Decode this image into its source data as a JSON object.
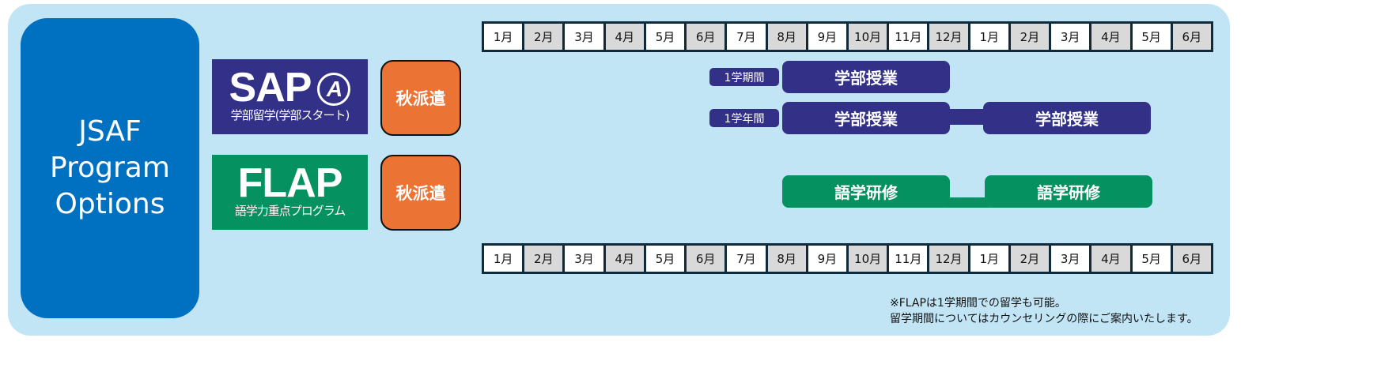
{
  "title": "JSAF\nProgram\nOptions",
  "programs": {
    "sap": {
      "name": "SAP",
      "badge": "A",
      "subtitle": "学部留学(学部スタート)",
      "dispatch": "秋派遣"
    },
    "flap": {
      "name": "FLAP",
      "subtitle": "語学力重点プログラム",
      "dispatch": "秋派遣"
    }
  },
  "months": [
    "1月",
    "2月",
    "3月",
    "4月",
    "5月",
    "6月",
    "7月",
    "8月",
    "9月",
    "10月",
    "11月",
    "12月",
    "1月",
    "2月",
    "3月",
    "4月",
    "5月",
    "6月"
  ],
  "timeline": {
    "sap_one_term": {
      "label": "1学期間",
      "bar": "学部授業"
    },
    "sap_one_year": {
      "label": "1学年間",
      "bar1": "学部授業",
      "bar2": "学部授業"
    },
    "flap": {
      "bar1": "語学研修",
      "bar2": "語学研修"
    }
  },
  "note": {
    "line1": "※FLAPは1学期間での留学も可能。",
    "line2": "留学期間についてはカウンセリングの際にご案内いたします。"
  },
  "colors": {
    "panel": "#c2e5f5",
    "blue": "#0070c0",
    "navy": "#333187",
    "green": "#069160",
    "orange": "#eb7334",
    "month_shade": "#d9d9d9"
  }
}
